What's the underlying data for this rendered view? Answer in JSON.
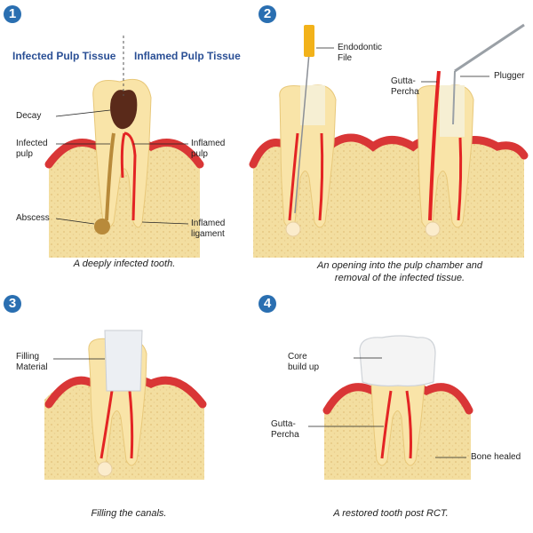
{
  "panels": [
    {
      "number": "1",
      "headers": {
        "left": "Infected Pulp Tissue",
        "right": "Inflamed Pulp Tissue"
      },
      "labels": {
        "decay": "Decay",
        "infected_pulp_1": "Infected",
        "infected_pulp_2": "pulp",
        "inflamed_pulp_1": "Inflamed",
        "inflamed_pulp_2": "pulp",
        "abscess": "Abscess",
        "inflamed_ligament_1": "Inflamed",
        "inflamed_ligament_2": "ligament"
      },
      "caption": "A deeply infected tooth."
    },
    {
      "number": "2",
      "labels": {
        "endodontic_file_1": "Endodontic",
        "endodontic_file_2": "File",
        "gutta_percha_1": "Gutta-",
        "gutta_percha_2": "Percha",
        "plugger": "Plugger"
      },
      "caption_line1": "An opening into the pulp chamber and",
      "caption_line2": "removal of the infected tissue."
    },
    {
      "number": "3",
      "labels": {
        "filling_material_1": "Filling",
        "filling_material_2": "Material"
      },
      "caption": "Filling the canals."
    },
    {
      "number": "4",
      "labels": {
        "core_build_up_1": "Core",
        "core_build_up_2": "build up",
        "gutta_percha_1": "Gutta-",
        "gutta_percha_2": "Percha",
        "bone_healed": "Bone healed"
      },
      "caption": "A restored tooth post RCT."
    }
  ],
  "colors": {
    "badge": "#2a6fb1",
    "header": "#2a4f95",
    "bone": "#f3dea0",
    "gum": "#d93636",
    "enamel": "#fff6d8",
    "dentin": "#f9e4a8",
    "pulp": "#e32424",
    "decay": "#5a2a1a",
    "abscess": "#b88a3a",
    "filling": "#eceff3",
    "crown": "#f4f4f4"
  }
}
